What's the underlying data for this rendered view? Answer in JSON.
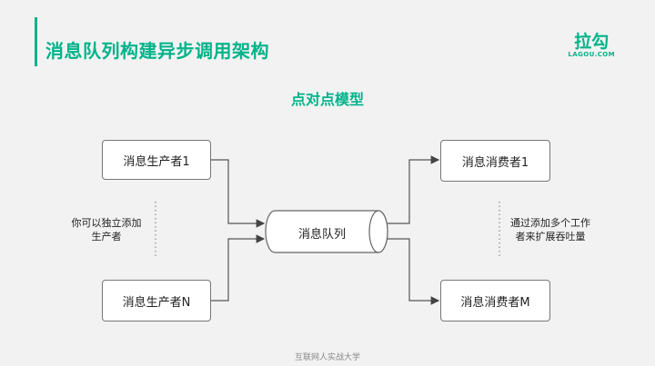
{
  "slide": {
    "title": "消息队列构建异步调用架构",
    "model_title": "点对点模型",
    "footer": "互联网人实战大学"
  },
  "logo": {
    "name_cn": "拉勾",
    "name_en": "LAGOU.COM"
  },
  "diagram": {
    "producer_1": "消息生产者1",
    "producer_n": "消息生产者N",
    "queue": "消息队列",
    "consumer_1": "消息消费者1",
    "consumer_m": "消息消费者M",
    "producer_note": "你可以独立添加生产者",
    "consumer_note": "通过添加多个工作者来扩展吞吐量"
  },
  "colors": {
    "accent": "#00b38a",
    "background": "#f2f2f2"
  }
}
